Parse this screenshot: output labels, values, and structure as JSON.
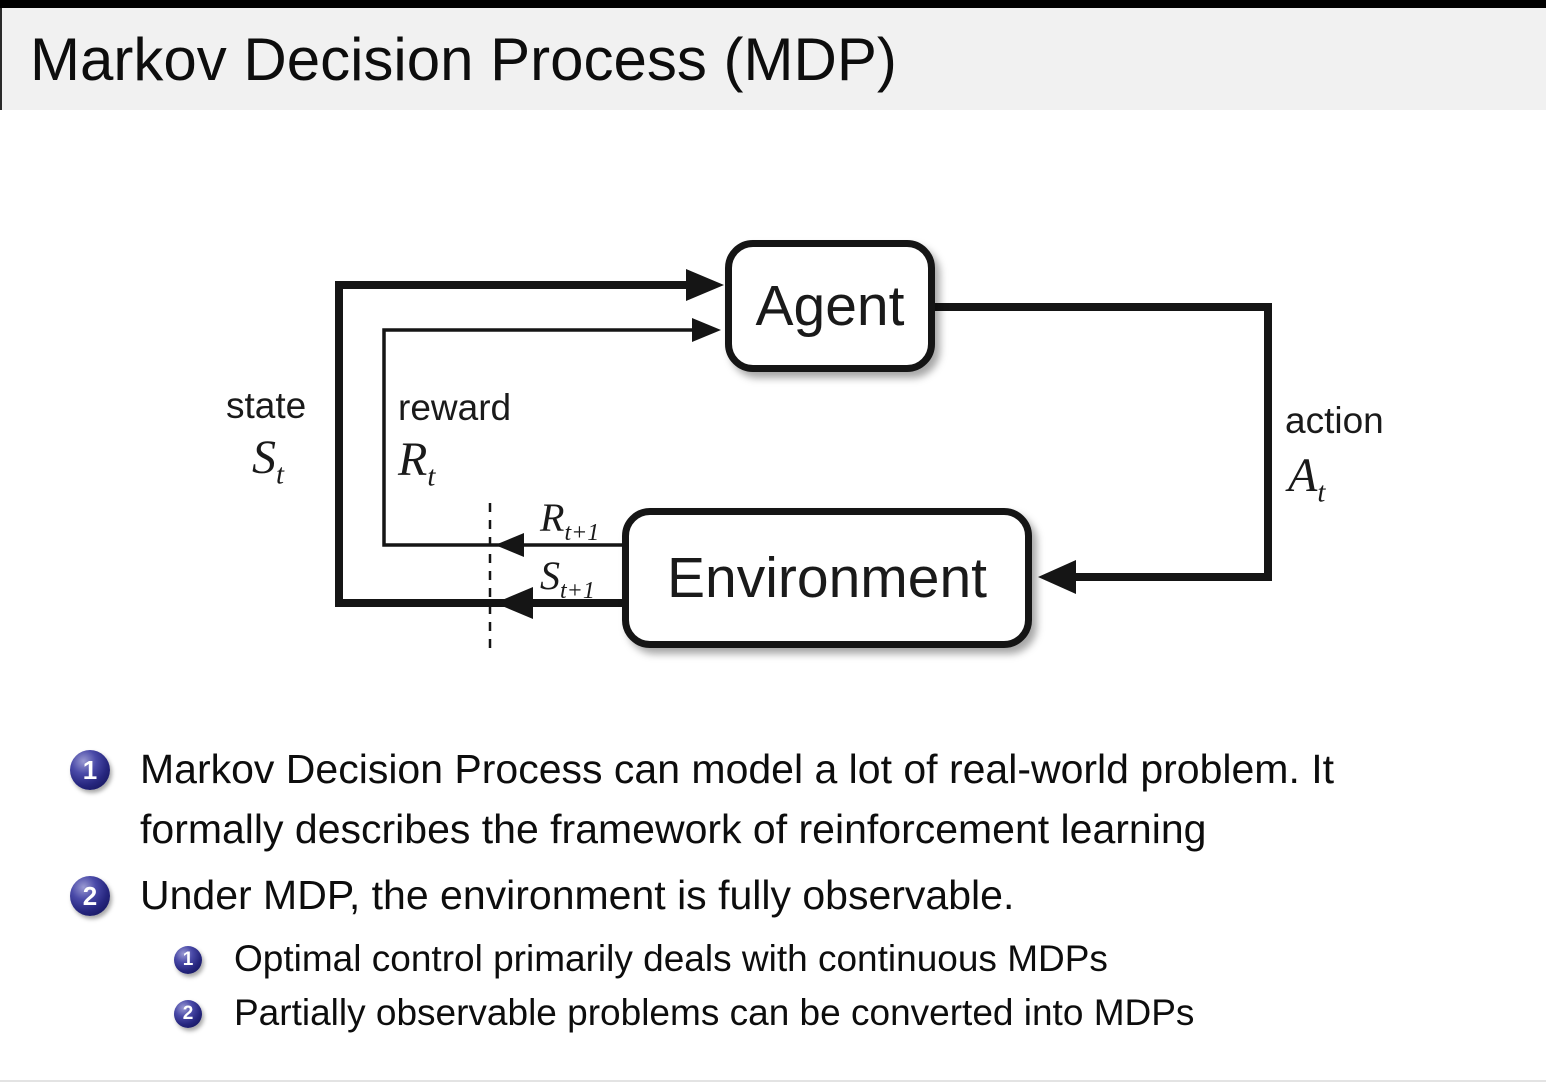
{
  "slide": {
    "title": "Markov Decision Process (MDP)",
    "header_bg": "#f1f1f1",
    "line_color": "#151515",
    "bullet_ball_color": "#26267e"
  },
  "diagram": {
    "agent_label": "Agent",
    "environment_label": "Environment",
    "state": {
      "label": "state",
      "sym": "S",
      "sub": "t"
    },
    "reward": {
      "label": "reward",
      "sym": "R",
      "sub": "t"
    },
    "action": {
      "label": "action",
      "sym": "A",
      "sub": "t"
    },
    "reward_next": {
      "sym": "R",
      "sub": "t+1"
    },
    "state_next": {
      "sym": "S",
      "sub": "t+1"
    }
  },
  "bullets": {
    "item1_number": "1",
    "item1_line1": "Markov Decision Process can model a lot of real-world problem. It",
    "item1_line2": "formally describes the framework of reinforcement learning",
    "item2_number": "2",
    "item2_line1": "Under MDP, the environment is fully observable.",
    "sub1_number": "1",
    "sub1_text": "Optimal control primarily deals with continuous MDPs",
    "sub2_number": "2",
    "sub2_text": "Partially observable problems can be converted into MDPs"
  }
}
